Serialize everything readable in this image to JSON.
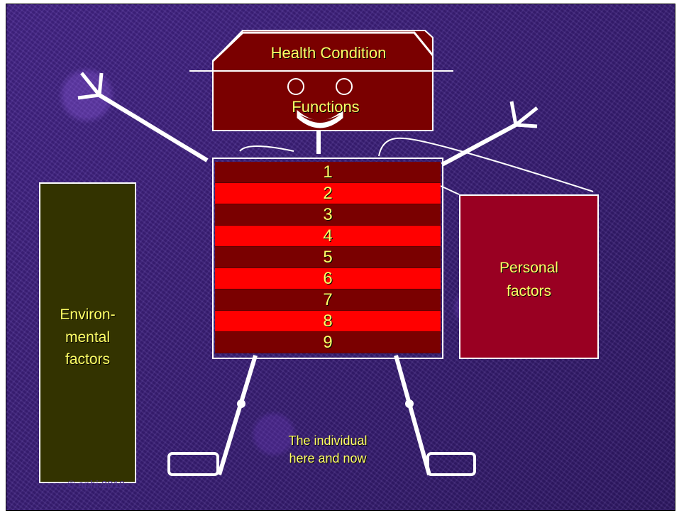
{
  "head": {
    "title": "Health Condition",
    "functions_label": "Functions"
  },
  "body_rows": [
    {
      "label": "1",
      "color": "#7a0000"
    },
    {
      "label": "2",
      "color": "#ff0000"
    },
    {
      "label": "3",
      "color": "#7a0000"
    },
    {
      "label": "4",
      "color": "#ff0000"
    },
    {
      "label": "5",
      "color": "#7a0000"
    },
    {
      "label": "6",
      "color": "#ff0000"
    },
    {
      "label": "7",
      "color": "#7a0000"
    },
    {
      "label": "8",
      "color": "#ff0000"
    },
    {
      "label": "9",
      "color": "#7a0000"
    }
  ],
  "environmental": {
    "line1": "Environ-",
    "line2": "mental",
    "line3": "factors",
    "color": "#333300"
  },
  "personal": {
    "line1": "Personal",
    "line2": "factors",
    "color": "#990022"
  },
  "individual": {
    "line1": "The individual",
    "line2": "here and now"
  },
  "copyright": "© aphi 2010",
  "colors": {
    "background": "#3a1f78",
    "text": "#ffff66",
    "head": "#7a0000",
    "lines": "#ffffff"
  }
}
